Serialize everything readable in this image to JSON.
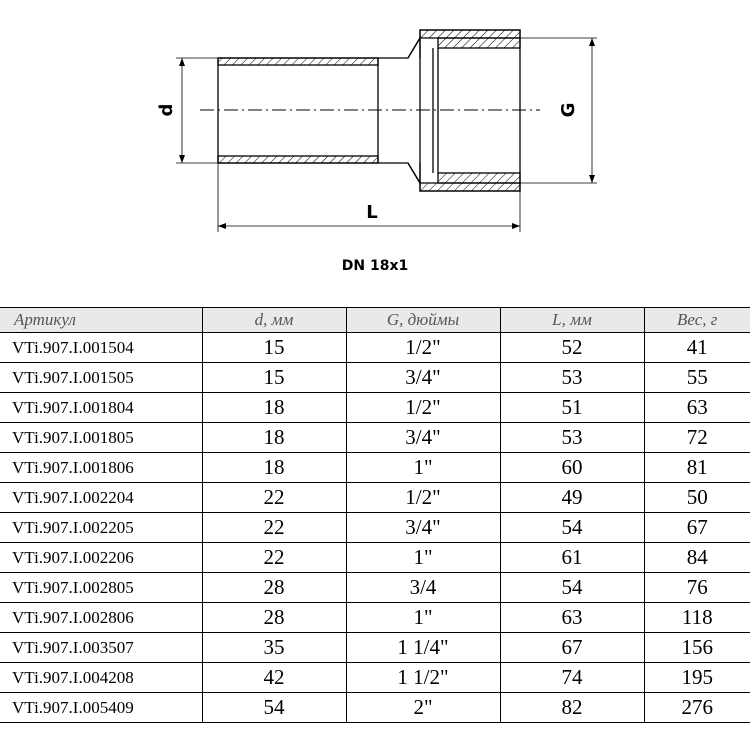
{
  "drawing": {
    "label_d": "d",
    "label_G": "G",
    "label_L": "L"
  },
  "caption": "DN 18x1",
  "table": {
    "headers": [
      "Артикул",
      "d, мм",
      "G, дюймы",
      "L, мм",
      "Вес, г"
    ],
    "rows": [
      [
        "VTi.907.I.001504",
        "15",
        "1/2\"",
        "52",
        "41"
      ],
      [
        "VTi.907.I.001505",
        "15",
        "3/4\"",
        "53",
        "55"
      ],
      [
        "VTi.907.I.001804",
        "18",
        "1/2\"",
        "51",
        "63"
      ],
      [
        "VTi.907.I.001805",
        "18",
        "3/4\"",
        "53",
        "72"
      ],
      [
        "VTi.907.I.001806",
        "18",
        "1\"",
        "60",
        "81"
      ],
      [
        "VTi.907.I.002204",
        "22",
        "1/2\"",
        "49",
        "50"
      ],
      [
        "VTi.907.I.002205",
        "22",
        "3/4\"",
        "54",
        "67"
      ],
      [
        "VTi.907.I.002206",
        "22",
        "1\"",
        "61",
        "84"
      ],
      [
        "VTi.907.I.002805",
        "28",
        "3/4",
        "54",
        "76"
      ],
      [
        "VTi.907.I.002806",
        "28",
        "1\"",
        "63",
        "118"
      ],
      [
        "VTi.907.I.003507",
        "35",
        "1 1/4\"",
        "67",
        "156"
      ],
      [
        "VTi.907.I.004208",
        "42",
        "1 1/2\"",
        "74",
        "195"
      ],
      [
        "VTi.907.I.005409",
        "54",
        "2\"",
        "82",
        "276"
      ]
    ]
  }
}
